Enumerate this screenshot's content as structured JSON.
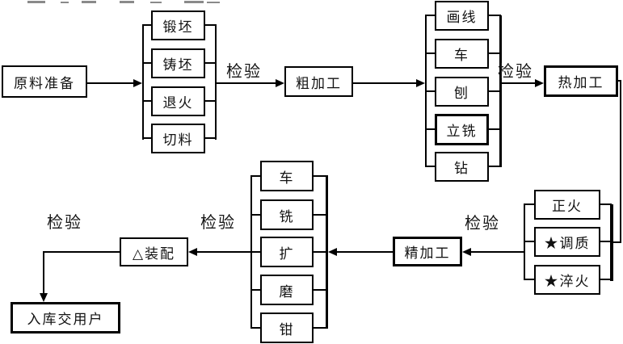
{
  "flow": {
    "inspection_label": "检验",
    "nodes": {
      "raw_material": "原料准备",
      "rough_machining": "粗加工",
      "hot_working": "热加工",
      "fine_machining": "精加工",
      "assembly": "△装配",
      "delivery": "入库交用户"
    },
    "prep_stack": {
      "items": [
        "锻坯",
        "铸坯",
        "退火",
        "切料"
      ]
    },
    "rough_stack": {
      "items": [
        "画线",
        "车",
        "刨",
        "立铣",
        "钻"
      ]
    },
    "heat_stack": {
      "items": [
        "正火",
        "★调质",
        "★淬火"
      ]
    },
    "finish_stack": {
      "items": [
        "车",
        "铣",
        "扩",
        "磨",
        "钳"
      ]
    },
    "colors": {
      "line": "#000000",
      "background": "#ffffff"
    }
  }
}
